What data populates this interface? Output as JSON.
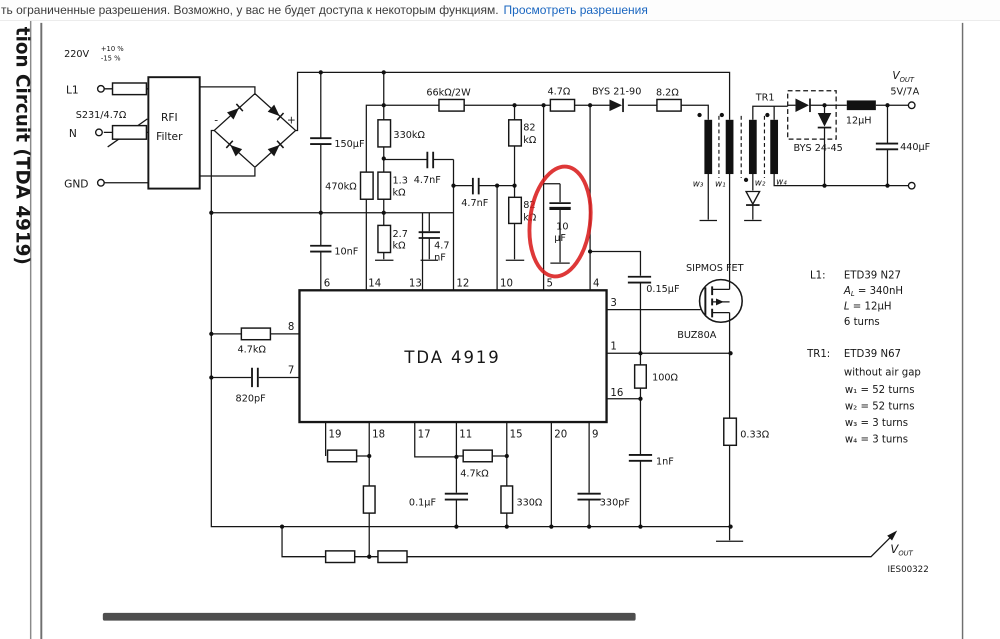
{
  "banner": {
    "message": "ть ограниченные разрешения. Возможно, у вас не будет доступа к некоторым функциям.",
    "link": "Просмотреть разрешения"
  },
  "page_title_vertical": "tion Circuit (TDA 4919)",
  "schematic": {
    "annotation_color": "#da1c1c",
    "labels": {
      "v220": "220V",
      "tol_p": "+10 %",
      "tol_m": "-15 %",
      "l1_term": "L1",
      "fuse": "S231/4.7Ω",
      "n_term": "N",
      "gnd_term": "GND",
      "rfi_1": "RFI",
      "rfi_2": "Filter",
      "minus": "-",
      "plus": "+",
      "c150": "150µF",
      "r470k": "470kΩ",
      "c10n": "10nF",
      "r66k": "66kΩ/2W",
      "r330k": "330kΩ",
      "r13_a": "1.3",
      "r13_b": "kΩ",
      "r27_a": "2.7",
      "r27_b": "kΩ",
      "c47n_1": "4.7nF",
      "c47n_2": "4.7nF",
      "c47n_3a": "4.7",
      "c47n_3b": "nF",
      "r82_1a": "82",
      "r82_1b": "kΩ",
      "r82_2a": "82",
      "r82_2b": "kΩ",
      "r47": "4.7Ω",
      "bys21": "BYS 21-90",
      "r82ohm": "8.2Ω",
      "c10u_a": "10",
      "c10u_b": "µF",
      "tr1": "TR1",
      "w3": "w₃",
      "w1": "w₁",
      "w2": "w₂",
      "w4": "w₄",
      "bys24": "BYS 24-45",
      "l12u": "12µH",
      "c440": "440µF",
      "vout_v": "V",
      "vout_sub": "OUT",
      "vout_rating": "5V/7A",
      "sipmos": "SIPMOS FET",
      "buz": "BUZ80A",
      "c015": "0.15µF",
      "r100": "100Ω",
      "r033": "0.33Ω",
      "c1n": "1nF",
      "c330p": "330pF",
      "r330": "330Ω",
      "c01u": "0.1µF",
      "r47k_b": "4.7kΩ",
      "r47k_l": "4.7kΩ",
      "c820": "820pF",
      "vout2_v": "V",
      "vout2_sub": "OUT",
      "ies": "IES00322"
    },
    "ic": {
      "name": "TDA 4919",
      "pins_top": [
        "6",
        "14",
        "13",
        "12",
        "10",
        "5",
        "4"
      ],
      "pins_bottom": [
        "19",
        "18",
        "17",
        "11",
        "15",
        "20",
        "9"
      ],
      "pins_left": [
        "8",
        "7"
      ],
      "pins_right": [
        "3",
        "1",
        "16"
      ]
    },
    "notes": {
      "l1_title": "L1:",
      "l1_core": "ETD39 N27",
      "al_sym": "A",
      "al_sub": "L",
      "al_val": " = 340nH",
      "l_sym": "L",
      "l_val": " = 12µH",
      "l1_turns": "6 turns",
      "tr1_title": "TR1:",
      "tr1_core": "ETD39 N67",
      "tr1_gap": "without air gap",
      "tw1": "w₁ = 52 turns",
      "tw2": "w₂ = 52 turns",
      "tw3": "w₃ =  3 turns",
      "tw4": "w₄ =  3 turns"
    }
  }
}
